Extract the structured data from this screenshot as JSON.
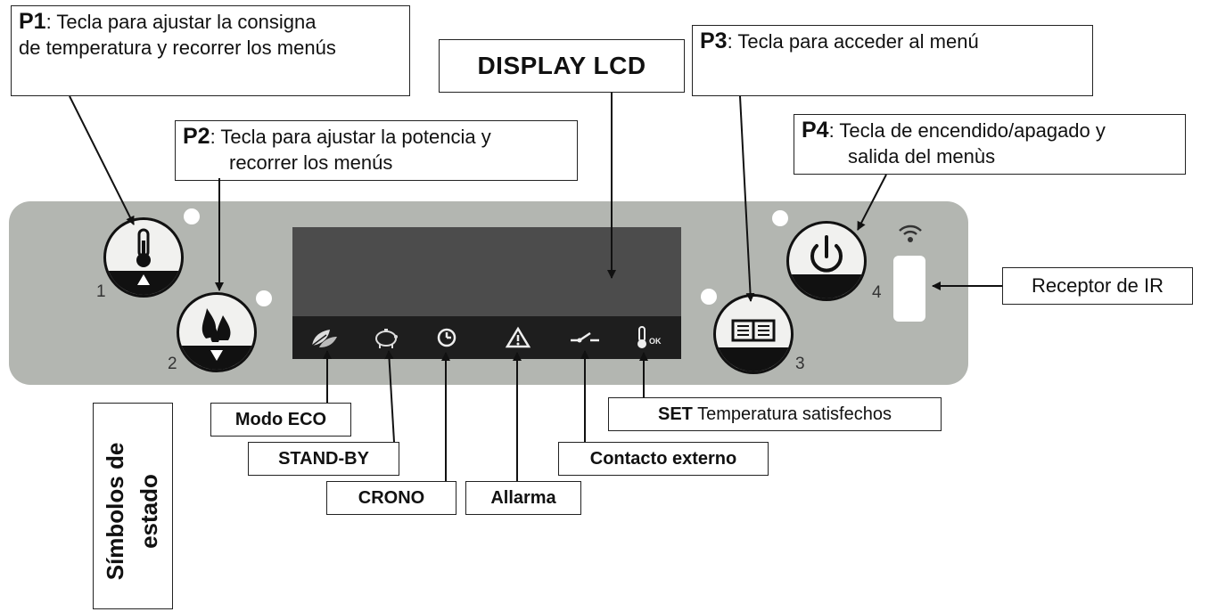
{
  "callouts": {
    "p1": {
      "key": "P1",
      "text_line1": ": Tecla para ajustar la consigna",
      "text_line2": "de temperatura y recorrer los menús"
    },
    "p2": {
      "key": "P2",
      "text_line1": ": Tecla para ajustar la potencia y",
      "text_line2": "recorrer los menús"
    },
    "display": {
      "text": "DISPLAY LCD"
    },
    "p3": {
      "key": "P3",
      "text": ": Tecla para acceder al menú"
    },
    "p4": {
      "key": "P4",
      "text_line1": ": Tecla de encendido/apagado y",
      "text_line2": "salida del menùs"
    },
    "ir": {
      "text": "Receptor de IR"
    }
  },
  "panel": {
    "key_numbers": {
      "k1": "1",
      "k2": "2",
      "k3": "3",
      "k4": "4"
    },
    "icons": [
      "thermometer-icon",
      "flame-icon",
      "book-icon",
      "power-icon",
      "wifi-icon"
    ],
    "status_icons": [
      "eco-icon",
      "piggy-bank-icon",
      "clock-icon",
      "warning-icon",
      "switch-contact-icon",
      "thermometer-ok-icon"
    ],
    "status_icon_ok_text": "OK"
  },
  "status_labels": {
    "eco": "Modo ECO",
    "standby": "STAND-BY",
    "crono": "CRONO",
    "alarma": "Allarma",
    "contacto": "Contacto externo",
    "set_key": "SET",
    "set_text": " Temperatura satisfechos"
  },
  "side_label": {
    "line1": "Símbolos de",
    "line2": "estado"
  },
  "colors": {
    "panel": "#b3b6b1",
    "lcd": "#4c4c4c",
    "lcd_strip": "#1e1e1e",
    "key_band": "#111111"
  }
}
